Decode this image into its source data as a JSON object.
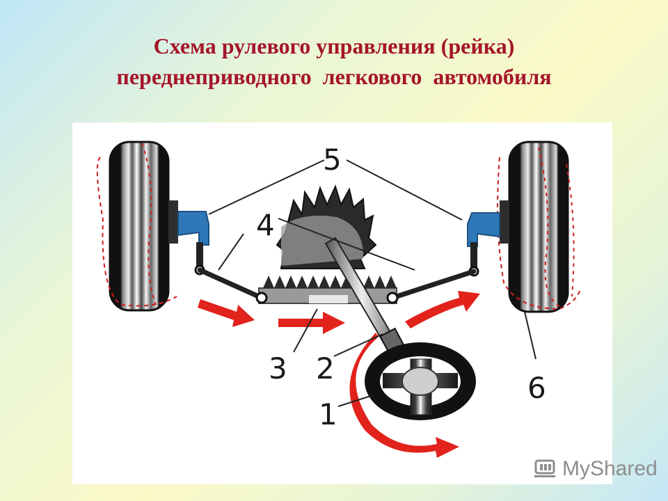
{
  "title": {
    "line1": "Схема рулевого управления (рейка)",
    "line2": "переднеприводного  легкового  автомобиля"
  },
  "labels": {
    "n1": "1",
    "n2": "2",
    "n3": "3",
    "n4": "4",
    "n5": "5",
    "n6": "6"
  },
  "watermark": {
    "text": "MyShared"
  },
  "colors": {
    "title": "#a5152a",
    "arrow": "#e1231c",
    "knuckle": "#2e78b8",
    "tire": "#111111"
  }
}
